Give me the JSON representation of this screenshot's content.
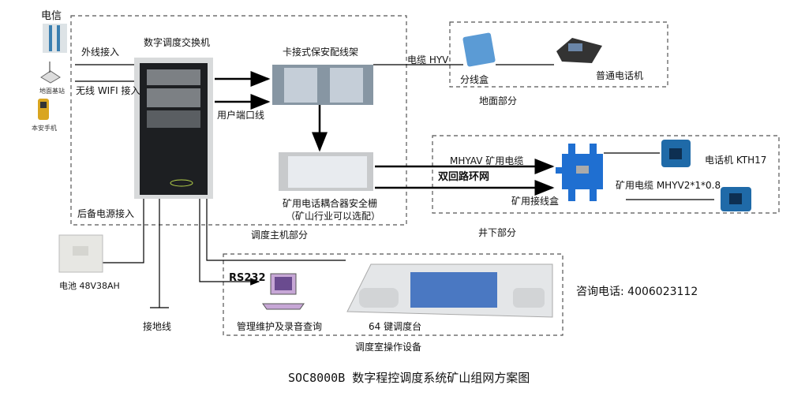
{
  "title": "SOC8000B 数字程控调度系统矿山组网方案图",
  "contact": "咨询电话: 4006023112",
  "left": {
    "telecom": "电信",
    "base_station": "地面基站",
    "phone": "本安手机",
    "outside_line": "外线接入",
    "wifi": "无线 WIFI 接入",
    "backup_power": "后备电源接入"
  },
  "host": {
    "switch": "数字调度交换机",
    "frame": "卡接式保安配线架",
    "port_line": "用户端口线",
    "coupler": "矿用电话耦合器安全栅",
    "coupler_note": "（矿山行业可以选配）",
    "section": "调度主机部分"
  },
  "ground": {
    "cable": "电缆 HYV",
    "splitter": "分线盒",
    "phone": "普通电话机",
    "section": "地面部分"
  },
  "underground": {
    "cable": "MHYAV 矿用电缆",
    "ring": "双回路环网",
    "junction": "矿用接线盒",
    "phone": "电话机 KTH17",
    "cable2": "矿用电缆 MHYV2*1*0.8",
    "section": "井下部分"
  },
  "bottom": {
    "battery": "电池 48V38AH",
    "ground_wire": "接地线",
    "rs232": "RS232",
    "pc": "管理维护及录音查询",
    "console": "64 键调度台",
    "section": "调度室操作设备"
  }
}
